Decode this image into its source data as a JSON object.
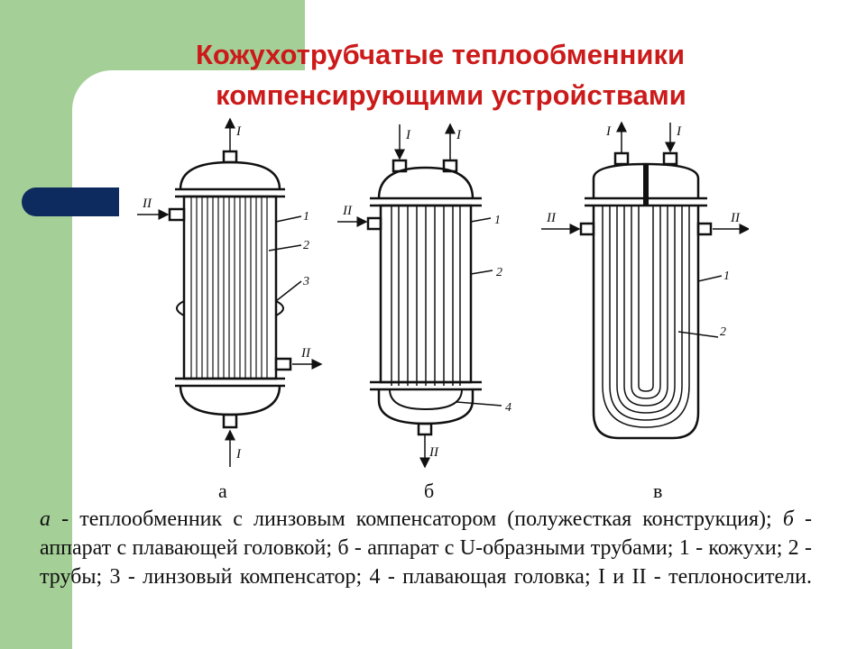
{
  "slide": {
    "title_line1": "Кожухотрубчатые теплообменники",
    "title_line2": "компенсирующими устройствами"
  },
  "figure": {
    "panel_labels": [
      "а",
      "б",
      "в"
    ],
    "flow_label_1": "I",
    "flow_label_2": "II",
    "part_labels": [
      "1",
      "2",
      "3",
      "4"
    ]
  },
  "caption": {
    "a_letter": "а",
    "a_text": " - теплообменник с линзовым компенсатором (полужесткая конструкция); ",
    "b_letter": "б",
    "b_text": " - аппарат с плавающей головкой; б - аппарат с U-образными трубами; 1 - кожухи; 2 - трубы; 3 - линзовый компенсатор; 4 - плавающая головка; I и II - теплоносители."
  },
  "colors": {
    "band_green": "#a4cf97",
    "pill_navy": "#0d2b5e",
    "title_red": "#cc1a1a"
  }
}
